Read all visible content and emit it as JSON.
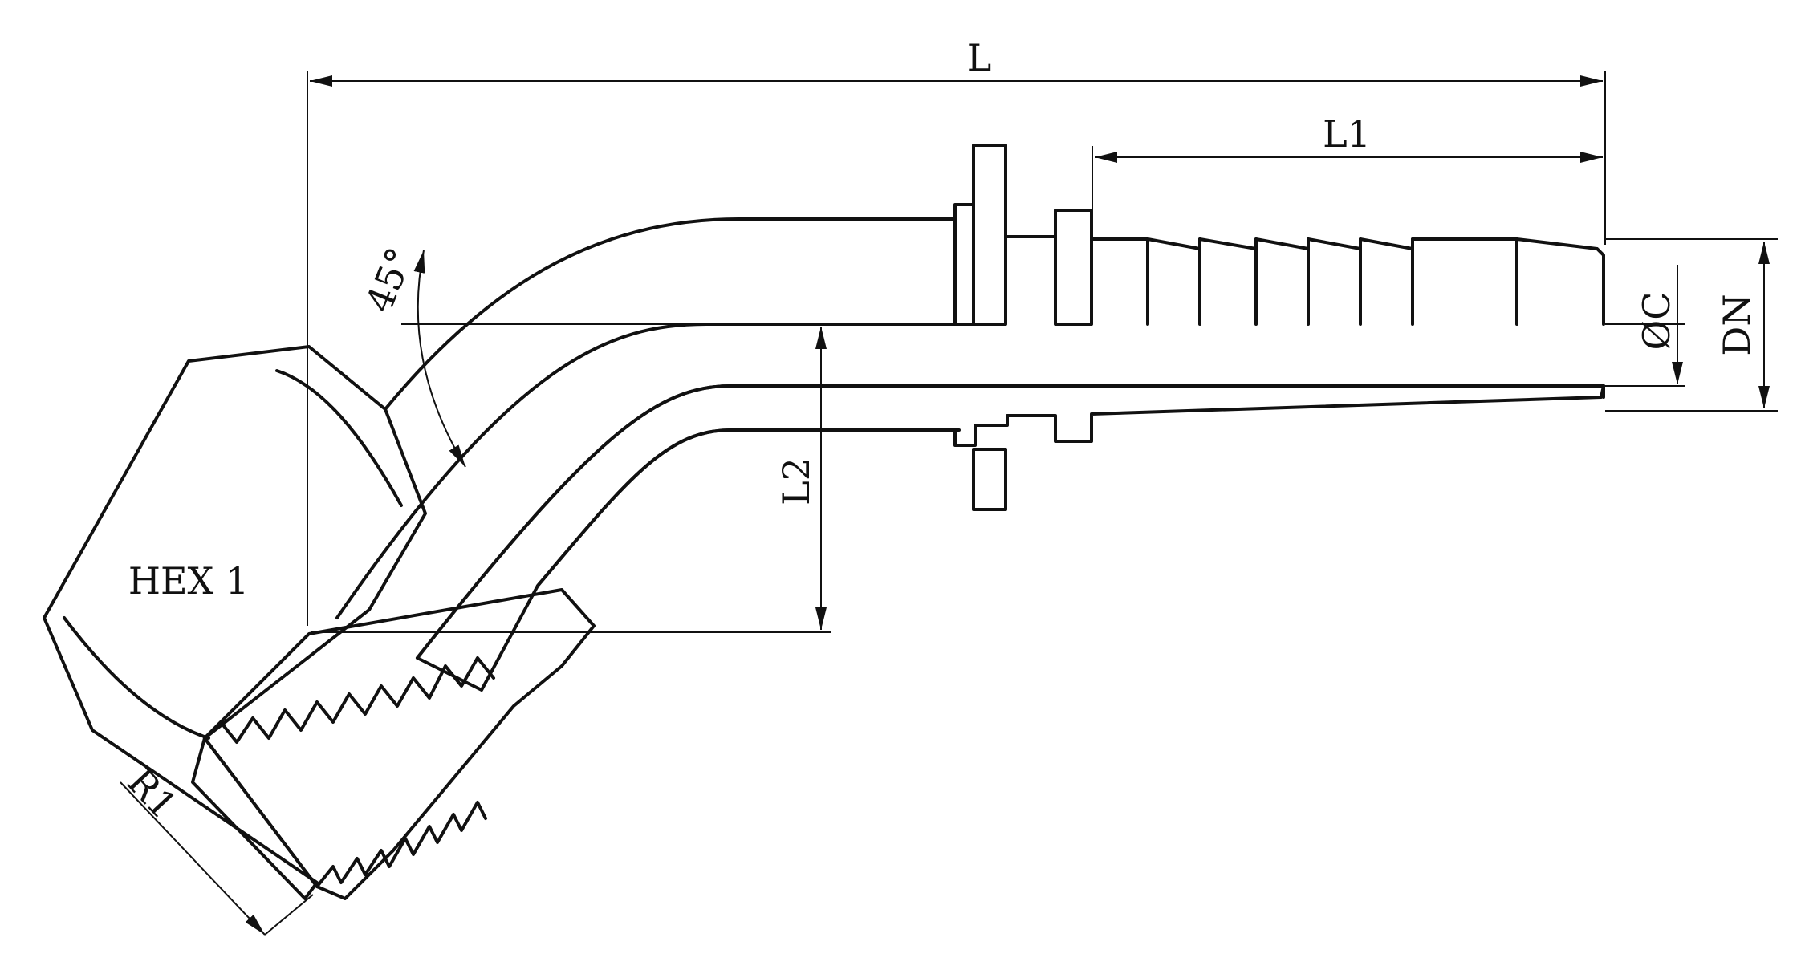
{
  "labels": {
    "length_total": "L",
    "length_tail": "L1",
    "height": "L2",
    "angle": "45°",
    "bore": "ØC",
    "nominal": "DN",
    "hex": "HEX 1",
    "thread": "R1"
  },
  "colors": {
    "ink": "#111111",
    "paper": "#ffffff"
  }
}
